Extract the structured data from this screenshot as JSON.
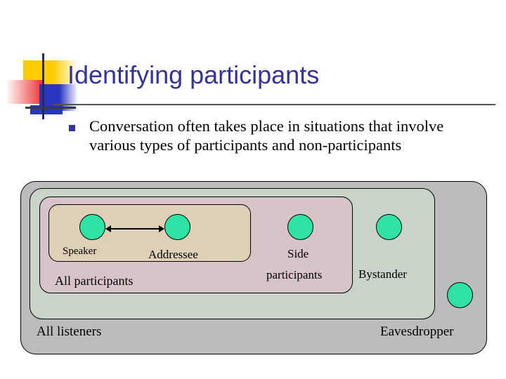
{
  "slide": {
    "title": "Identifying participants",
    "bullets": [
      {
        "marker": "square-bullet",
        "text": "Conversation often takes place in situations that involve various types of participants and non-participants"
      }
    ]
  },
  "diagram": {
    "type": "nested-venn-boxes",
    "boxes": [
      {
        "id": "listeners",
        "label": "All listeners",
        "color": "#bcbcbc"
      },
      {
        "id": "bystanders",
        "label": "",
        "color": "#c9d4c9"
      },
      {
        "id": "participants",
        "label": "All participants",
        "color": "#d7c4c8"
      },
      {
        "id": "dyad",
        "label": "",
        "color": "#ddd0b6"
      }
    ],
    "nodes": [
      {
        "id": "speaker",
        "label": "Speaker",
        "container": "dyad"
      },
      {
        "id": "addressee",
        "label": "Addressee",
        "container": "dyad"
      },
      {
        "id": "side",
        "label_line1": "Side",
        "label_line2": "participants",
        "container": "participants"
      },
      {
        "id": "bystander",
        "label": "Bystander",
        "container": "bystanders"
      },
      {
        "id": "eavesdropper",
        "label": "Eavesdropper",
        "container": "listeners"
      }
    ],
    "connector": {
      "from": "speaker",
      "to": "addressee",
      "style": "double-headed-arrow"
    },
    "node_color": "#2fe3a7"
  },
  "logo": {
    "name": "powerpoint-design-logo",
    "colors": {
      "yellow": "#ffcc00",
      "red": "#ee3333",
      "blue": "#2b35c4",
      "line": "#2a2a4a"
    }
  },
  "theme": {
    "title_color": "#333399",
    "bullet_color": "#333399",
    "text_color": "#000000",
    "background": "#ffffff"
  }
}
